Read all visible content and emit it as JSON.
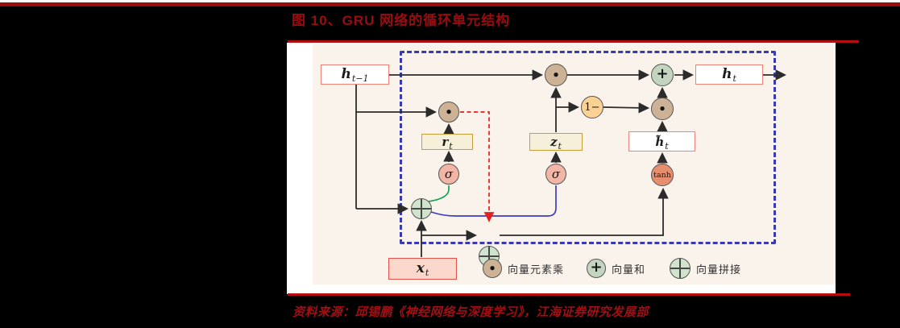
{
  "page": {
    "title": "图 10、GRU 网络的循环单元结构",
    "source": "资料来源：邱锡鹏《神经网络与深度学习》，江海证券研究发展部"
  },
  "colors": {
    "page_background": "#000000",
    "accent_dark_red": "#9e0b0e",
    "rule_red": "#b30d10",
    "panel_cream": "#faf3eb",
    "cell_dashed_border_blue": "#3a3ab0",
    "state_box_border_red": "#ee8379",
    "gate_box_border_yellow": "#c79f36",
    "gate_box_fill": "#f6f0da",
    "input_box_fill": "#fad8cc",
    "input_box_border": "#e0524a",
    "multiply_circle_tan": "#cdb295",
    "add_circle_green": "#c3d5bf",
    "one_minus_circle_yellow": "#fbd294",
    "sigma_circle_pink": "#f3b5a5",
    "tanh_circle_orange": "#e68e6e",
    "concat_circle_light_green": "#cfe3cd",
    "edge_black": "#2b2b2b",
    "edge_green": "#17a258",
    "edge_blue": "#3c3cc4",
    "edge_red_dashed": "#e42020"
  },
  "diagram": {
    "nodes": {
      "h_prev": {
        "main": "h",
        "sub": "t−1"
      },
      "h_t": {
        "main": "h",
        "sub": "t"
      },
      "r_t": {
        "main": "r",
        "sub": "t"
      },
      "z_t": {
        "main": "z",
        "sub": "t"
      },
      "h_cand": {
        "main": "h̃",
        "sub": "t"
      },
      "x_t": {
        "main": "x",
        "sub": "t"
      },
      "sigma": "σ",
      "tanh": "tanh",
      "one_minus": "1−",
      "dot": "•",
      "plus": "+"
    },
    "legend": [
      {
        "symbol": "dot-circle",
        "label": "向量元素乘"
      },
      {
        "symbol": "plus-circle",
        "label": "向量和"
      },
      {
        "symbol": "cross-circle",
        "label": "向量拼接"
      }
    ]
  }
}
